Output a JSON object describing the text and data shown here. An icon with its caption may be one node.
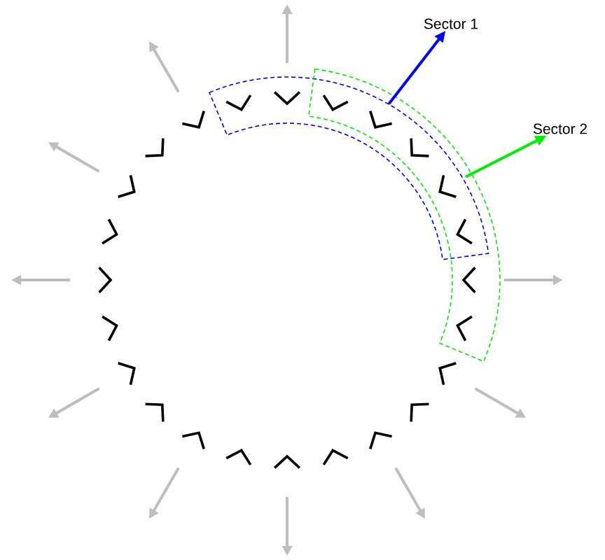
{
  "diagram": {
    "nodes": [
      {
        "text": [
          "Sector 1"
        ]
      },
      {
        "text": [
          "Sector 2"
        ]
      },
      {
        "text": [],
        "shape": "band"
      },
      {
        "text": [],
        "shape": "band"
      }
    ],
    "edges": [
      {
        "from": 2,
        "to": 0,
        "arrow": "to",
        "color": "#0000ff"
      },
      {
        "from": 3,
        "to": 1,
        "arrow": "to",
        "color": "#00ee00"
      }
    ]
  }
}
